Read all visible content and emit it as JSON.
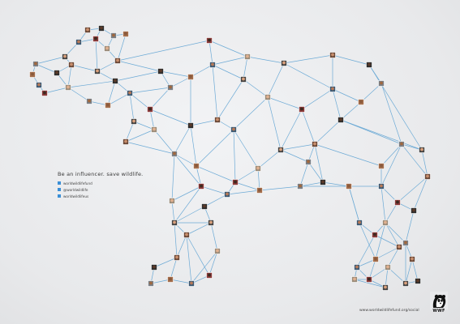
{
  "tagline": "Be an influencer. save wildlife.",
  "social_handles": [
    {
      "icon": "facebook-icon",
      "label": "worldwildlifefund"
    },
    {
      "icon": "twitter-icon",
      "label": "@worldwildlife"
    },
    {
      "icon": "youtube-icon",
      "label": "worldwildlifeus"
    }
  ],
  "url": "www.worldwildlifefund.org/social",
  "logo_text": "WWF",
  "colors": {
    "background": "#e9eaec",
    "line": "#5fa3d3",
    "accent": "#3b8fd6"
  },
  "illustration": "polar-bear-network-of-profile-photos"
}
